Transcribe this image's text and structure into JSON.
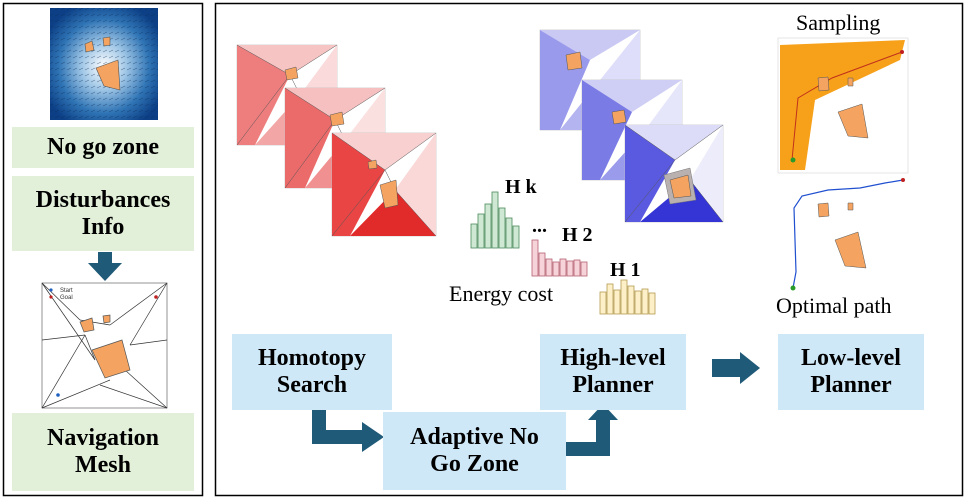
{
  "left_panel": {
    "no_go_zone": "No go zone",
    "disturbances_line1": "Disturbances",
    "disturbances_line2": "Info",
    "navigation_line1": "Navigation",
    "navigation_line2": "Mesh",
    "mesh_legend_start": "Start",
    "mesh_legend_goal": "Goal"
  },
  "main_panel": {
    "homotopy_line1": "Homotopy",
    "homotopy_line2": "Search",
    "adaptive_line1": "Adaptive No",
    "adaptive_line2": "Go Zone",
    "high_level_line1": "High-level",
    "high_level_line2": "Planner",
    "low_level_line1": "Low-level",
    "low_level_line2": "Planner",
    "h_k": "H k",
    "ellipsis": "...",
    "h_2": "H 2",
    "h_1": "H 1",
    "energy_cost": "Energy cost",
    "sampling": "Sampling",
    "optimal_path": "Optimal path"
  },
  "colors": {
    "label_green": "#e2f0d9",
    "label_blue": "#cfe8f8",
    "arrow": "#1f5a78",
    "obstacle": "#f4a460",
    "sampling_region": "#f7a11a"
  }
}
